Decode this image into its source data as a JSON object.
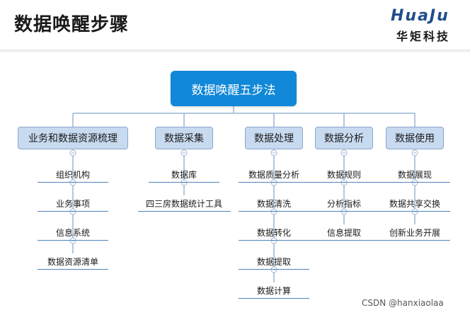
{
  "header": {
    "title": "数据唤醒步骤",
    "logo_wordmark": "HuaJu",
    "logo_cn": "华矩科技"
  },
  "diagram": {
    "root": "数据唤醒五步法",
    "categories": [
      {
        "label": "业务和数据资源梳理",
        "items": [
          "组织机构",
          "业务事项",
          "信息系统",
          "数据资源清单"
        ]
      },
      {
        "label": "数据采集",
        "items": [
          "数据库",
          "四三房数据统计工具"
        ]
      },
      {
        "label": "数据处理",
        "items": [
          "数据质量分析",
          "数据清洗",
          "数据转化",
          "数据提取",
          "数据计算"
        ]
      },
      {
        "label": "数据分析",
        "items": [
          "数据规则",
          "分析指标",
          "信息提取"
        ]
      },
      {
        "label": "数据使用",
        "items": [
          "数据展现",
          "数据共享交换",
          "创新业务开展"
        ]
      }
    ]
  },
  "colors": {
    "root_fill": "#1188d8",
    "category_fill": "#c8daf0",
    "connector": "#9ab6d6",
    "leaf_underline": "#4f83bf"
  },
  "watermark": "CSDN @hanxiaolaa"
}
